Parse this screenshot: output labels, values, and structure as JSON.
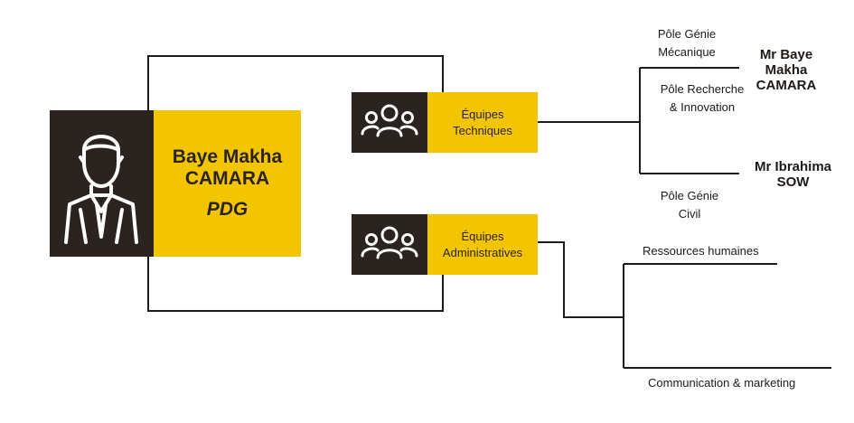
{
  "ceo": {
    "name_line1": "Baye Makha",
    "name_line2": "CAMARA",
    "role": "PDG",
    "icon": "businessman-icon"
  },
  "teams": [
    {
      "label_line1": "Équipes",
      "label_line2": "Techniques",
      "icon": "group-icon"
    },
    {
      "label_line1": "Équipes",
      "label_line2": "Administratives",
      "icon": "group-icon"
    }
  ],
  "technical_poles": [
    {
      "line1": "Pôle Génie",
      "line2": "Mécanique"
    },
    {
      "line1": "Pôle Recherche",
      "line2": "& Innovation"
    },
    {
      "line1": "Pôle Génie",
      "line2": "Civil"
    }
  ],
  "technical_leads": [
    {
      "line1": "Mr Baye",
      "line2": "Makha",
      "line3": "CAMARA"
    },
    {
      "line1": "Mr Ibrahima",
      "line2": "SOW"
    }
  ],
  "admin_departments": [
    {
      "label": "Ressources humaines"
    },
    {
      "label": "Communication & marketing"
    }
  ],
  "colors": {
    "accent": "#f2c500",
    "dark": "#2b2320",
    "line": "#1f1a17"
  }
}
